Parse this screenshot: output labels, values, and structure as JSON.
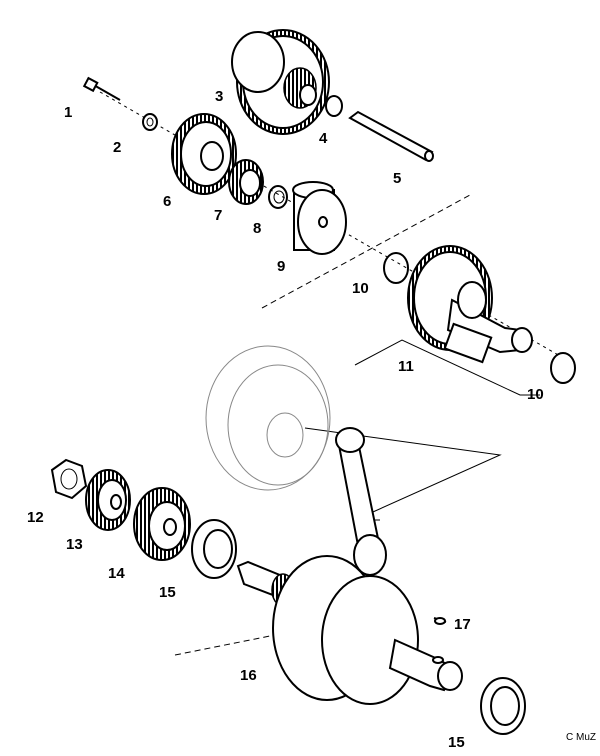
{
  "parts": [
    {
      "id": "1"
    },
    {
      "id": "2"
    },
    {
      "id": "3"
    },
    {
      "id": "4"
    },
    {
      "id": "5"
    },
    {
      "id": "6"
    },
    {
      "id": "7"
    },
    {
      "id": "8"
    },
    {
      "id": "9"
    },
    {
      "id": "10"
    },
    {
      "id": "11"
    },
    {
      "id": "12"
    },
    {
      "id": "13"
    },
    {
      "id": "14"
    },
    {
      "id": "15"
    },
    {
      "id": "16"
    },
    {
      "id": "17"
    }
  ],
  "callouts": {
    "l1": "1",
    "l2": "2",
    "l3": "3",
    "l4": "4",
    "l5": "5",
    "l6": "6",
    "l7": "7",
    "l8": "8",
    "l9": "9",
    "l10a": "10",
    "l10b": "10",
    "l11": "11",
    "l12": "12",
    "l13": "13",
    "l14": "14",
    "l15a": "15",
    "l15b": "15",
    "l16": "16",
    "l17": "17"
  },
  "watermark": "C MuZ"
}
